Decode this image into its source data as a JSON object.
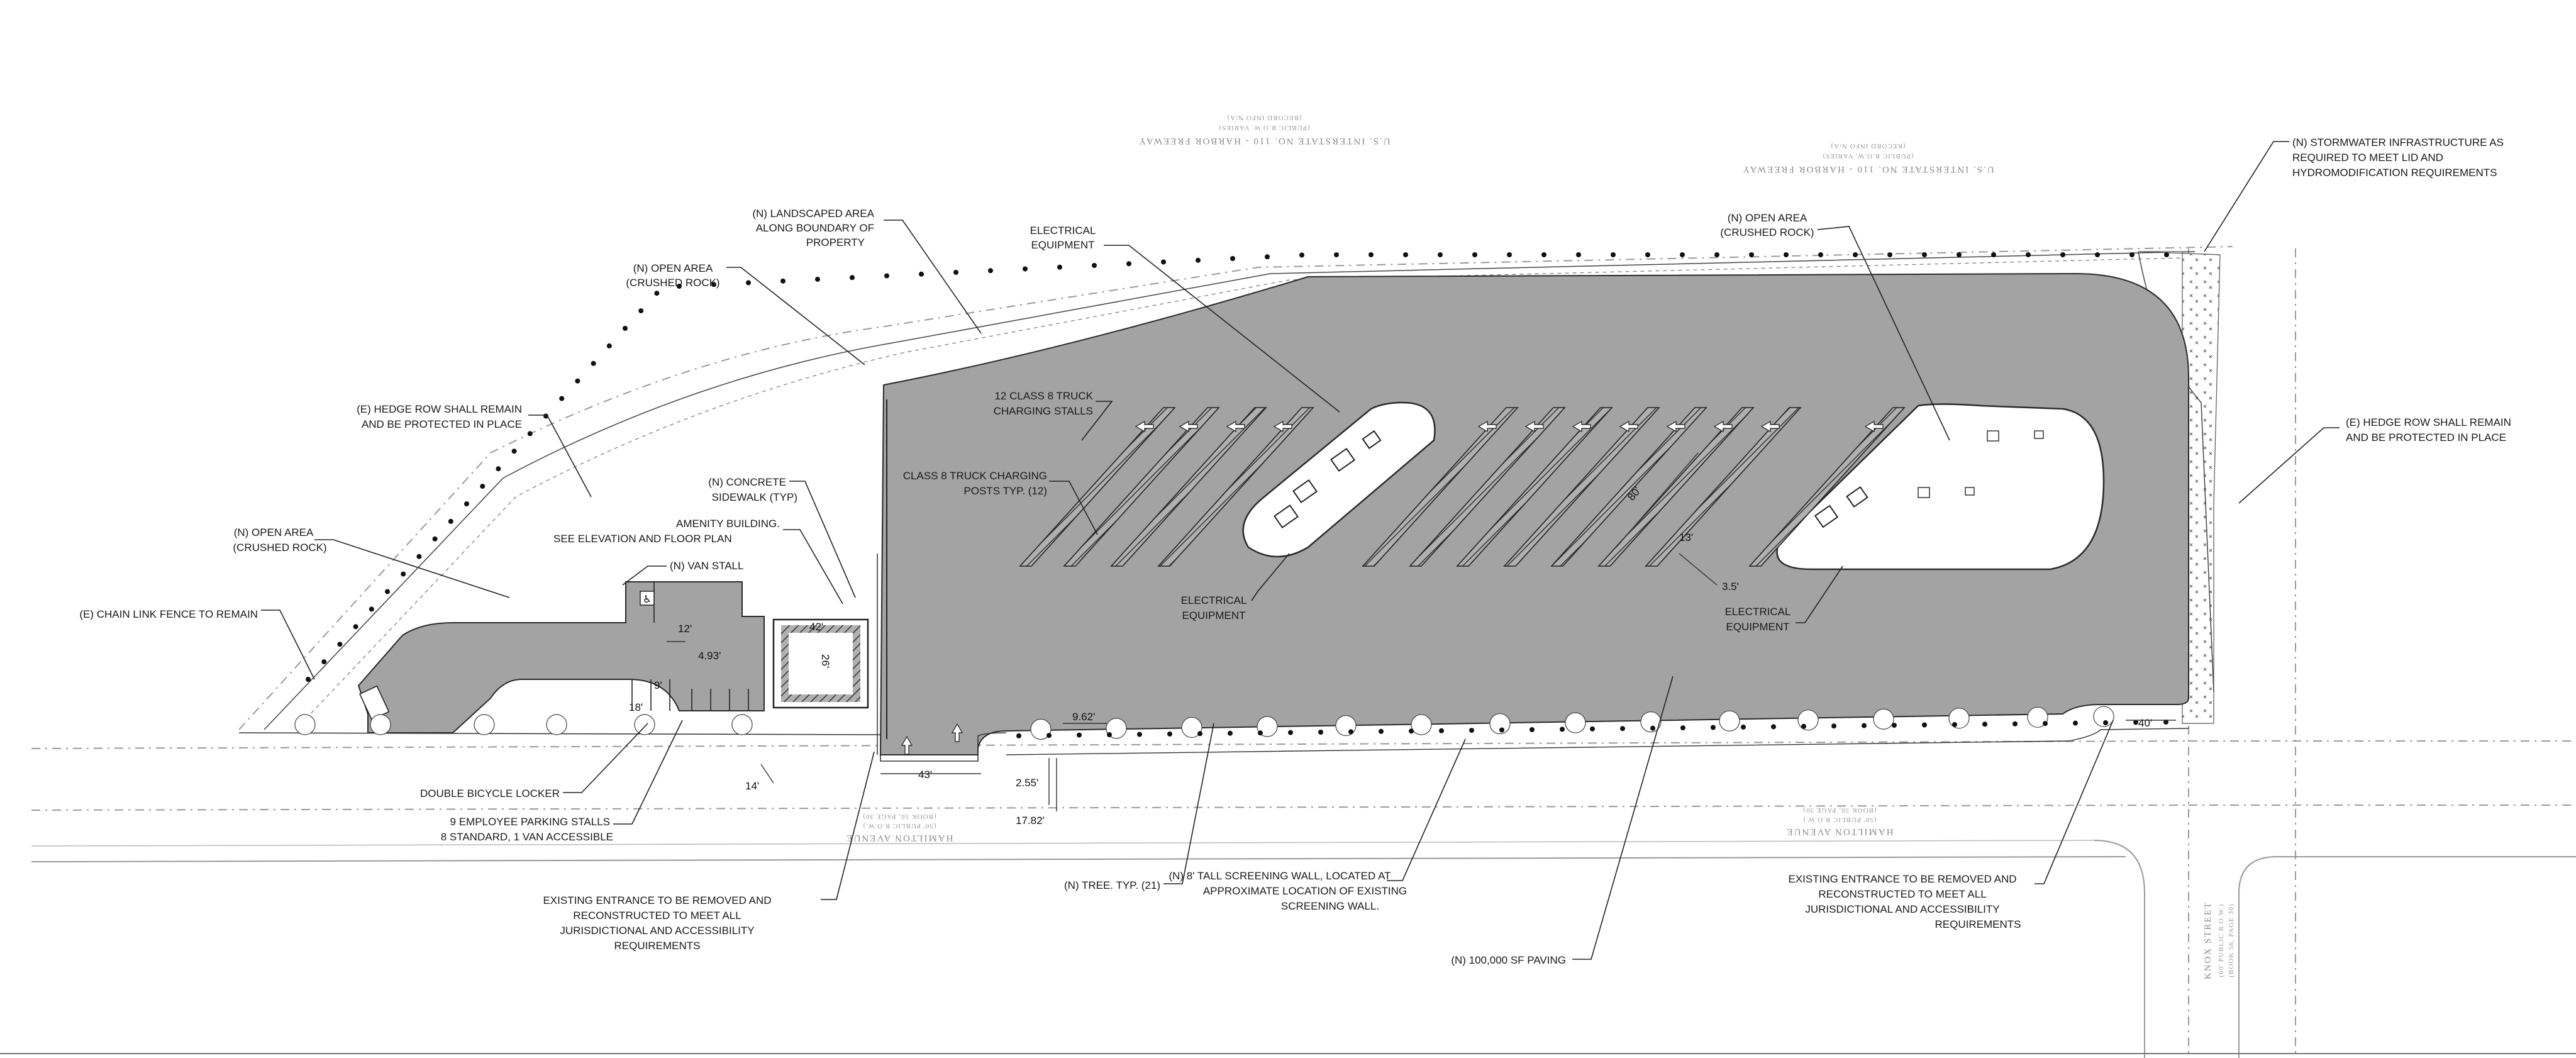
{
  "callouts": {
    "landscaped_area": [
      "(N)  LANDSCAPED AREA",
      "ALONG BOUNDARY OF",
      "PROPERTY"
    ],
    "electrical_top": [
      "ELECTRICAL",
      "EQUIPMENT"
    ],
    "open_area_top_left": [
      "(N)  OPEN AREA",
      "(CRUSHED ROCK)"
    ],
    "open_area_top_right": [
      "(N)  OPEN AREA",
      "(CRUSHED ROCK)"
    ],
    "stormwater": [
      "(N) STORMWATER INFRASTRUCTURE AS",
      "REQUIRED TO MEET LID AND",
      "HYDROMODIFICATION REQUIREMENTS"
    ],
    "hedge_left": [
      "(E)  HEDGE ROW SHALL REMAIN",
      "AND BE PROTECTED IN PLACE"
    ],
    "hedge_right": [
      "(E)  HEDGE ROW SHALL REMAIN",
      "AND BE PROTECTED IN PLACE"
    ],
    "charging_stalls": [
      "12 CLASS 8 TRUCK",
      "CHARGING STALLS"
    ],
    "charging_posts": [
      "CLASS 8 TRUCK CHARGING",
      "POSTS TYP. (12)"
    ],
    "concrete_sidewalk": [
      "(N)  CONCRETE",
      "SIDEWALK (TYP)"
    ],
    "open_area_left": [
      "(N)  OPEN AREA",
      "(CRUSHED ROCK)"
    ],
    "amenity_building": [
      "AMENITY BUILDING.",
      "SEE ELEVATION AND FLOOR PLAN"
    ],
    "van_stall": "(N)  VAN STALL",
    "chain_link": "(E) CHAIN LINK FENCE TO REMAIN",
    "electrical_mid": [
      "ELECTRICAL",
      "EQUIPMENT"
    ],
    "electrical_right": [
      "ELECTRICAL",
      "EQUIPMENT"
    ],
    "bicycle_locker": "DOUBLE BICYCLE LOCKER",
    "employee_parking": [
      "9 EMPLOYEE PARKING STALLS",
      "8 STANDARD, 1 VAN ACCESSIBLE"
    ],
    "entrance_left": [
      "EXISTING ENTRANCE TO BE REMOVED AND",
      "RECONSTRUCTED TO MEET ALL",
      "JURISDICTIONAL  AND ACCESSIBILITY",
      "REQUIREMENTS"
    ],
    "entrance_right": [
      "EXISTING ENTRANCE TO BE REMOVED AND",
      "RECONSTRUCTED TO MEET ALL",
      "JURISDICTIONAL  AND ACCESSIBILITY",
      "REQUIREMENTS"
    ],
    "tree": "(N) TREE.  TYP. (21)",
    "screening_wall": [
      "(N) 8' TALL SCREENING WALL, LOCATED AT",
      "APPROXIMATE LOCATION OF EXISTING",
      "SCREENING WALL."
    ],
    "paving": "(N) 100,000 SF PAVING"
  },
  "dimensions": {
    "d12": "12'",
    "d4_93": "4.93'",
    "d9": "9'",
    "d18": "18'",
    "d42": "42'",
    "d26": "26'",
    "d14": "14'",
    "d43": "43'",
    "d2_55": "2.55'",
    "d17_82": "17.82'",
    "d9_62": "9.62'",
    "d80": "80'",
    "d13": "13'",
    "d3_5": "3.5'",
    "d40": "40'"
  },
  "streets": {
    "freeway_left": [
      "U.S.  INTERSTATE  NO.  110  -  HARBOR  FREEWAY",
      "(PUBLIC  R.O.W.  VARIES)",
      "(RECORD  INFO  N/A)"
    ],
    "freeway_right": [
      "U.S.  INTERSTATE  NO.  110  -  HARBOR  FREEWAY",
      "(PUBLIC  R.O.W.  VARIES)",
      "(RECORD  INFO  N/A)"
    ],
    "hamilton_left": [
      "HAMILTON  AVENUE",
      "(50'  PUBLIC  R.O.W.)",
      "(BOOK  56,  PAGE  30)"
    ],
    "hamilton_right": [
      "HAMILTON  AVENUE",
      "(50'  PUBLIC  R.O.W.)",
      "(BOOK  56,  PAGE  30)"
    ],
    "knox": [
      "KNOX  STREET",
      "(60'  PUBLIC  R.O.W.)",
      "(BOOK  56,  PAGE  30)"
    ]
  },
  "colors": {
    "paving": "#a3a3a3",
    "linework": "#222222",
    "background": "#ffffff"
  }
}
